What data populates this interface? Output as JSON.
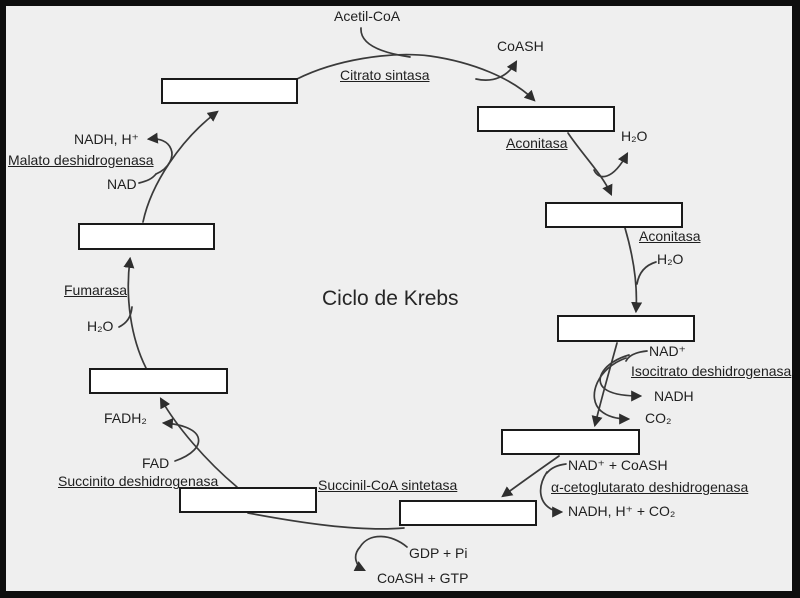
{
  "diagram": {
    "title": "Ciclo de Krebs",
    "labels": {
      "acetil_coa": "Acetil-CoA",
      "coash": "CoASH",
      "citrato_sintasa": "Citrato sintasa",
      "aconitasa_1": "Aconitasa",
      "h2o_1": "H₂O",
      "aconitasa_2": "Aconitasa",
      "h2o_2": "H₂O",
      "nad_plus": "NAD⁺",
      "isocitrato_deshidrogenasa": "Isocitrato deshidrogenasa",
      "nadh": "NADH",
      "co2": "CO₂",
      "nad_coash": "NAD⁺ + CoASH",
      "cetoglutarato_deshidrogenasa": "α-cetoglutarato deshidrogenasa",
      "nadh_h_co2": "NADH, H⁺ + CO₂",
      "succinil_coa_sintetasa": "Succinil-CoA sintetasa",
      "gdp_pi": "GDP + Pi",
      "coash_gtp": "CoASH + GTP",
      "succinito_deshidrogenasa": "Succinito deshidrogenasa",
      "fad": "FAD",
      "fadh2": "FADH₂",
      "fumarasa": "Fumarasa",
      "h2o_3": "H₂O",
      "nad": "NAD",
      "malato_deshidrogenasa": "Malato deshidrogenasa",
      "nadh_h": "NADH, H⁺"
    },
    "colors": {
      "background": "#efefef",
      "frame": "#0e0e0e",
      "line": "#3a3a3a",
      "box_fill": "#ffffff",
      "box_border": "#1a1a1a",
      "text": "#1f1f1f"
    }
  }
}
